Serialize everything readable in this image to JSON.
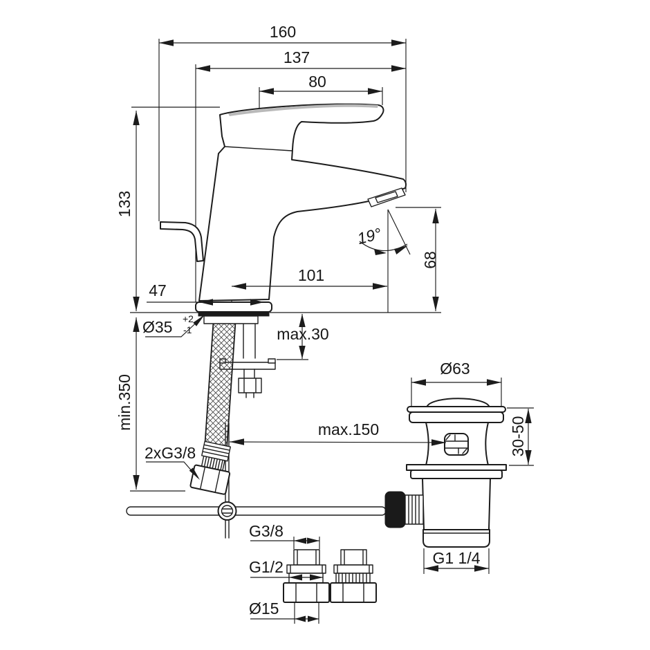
{
  "drawing": {
    "kind": "technical-dimension-drawing",
    "product": "single-lever basin mixer with flexible hose and pop-up waste",
    "units": "mm",
    "faucet": {
      "overall_depth": "160",
      "body_depth": "137",
      "handle_length": "80",
      "height_above_deck": "133",
      "base_depth": "47",
      "spout_reach": "101",
      "spout_angle": "19°",
      "spout_height": "68",
      "mount_hole": "Ø35",
      "mount_hole_tol_plus": "+2",
      "mount_hole_tol_minus": "-1",
      "deck_thickness": "max.30",
      "hose_length": "min.350",
      "hose_connection": "2xG3/8"
    },
    "waste": {
      "rod_to_waste": "max.150",
      "cap_diameter": "Ø63",
      "clamp_range": "30-50",
      "tail_thread": "G1 1/4"
    },
    "adapters": {
      "top_thread": "G3/8",
      "mid_thread": "G1/2",
      "bore": "Ø15"
    }
  }
}
